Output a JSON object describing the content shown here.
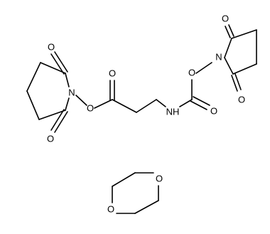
{
  "molecule": {
    "atoms": {
      "o_left_top": "O",
      "o_left_bottom": "O",
      "n_left": "N",
      "o_left_ester": "O",
      "o_ester_carbonyl": "O",
      "nh": "NH",
      "o_carbamate_carbonyl": "O",
      "o_right_oxy": "O",
      "n_right": "N",
      "o_right_top": "O",
      "o_right_bottom": "O",
      "o_dioxane_top": "O",
      "o_dioxane_bottom": "O"
    }
  },
  "colors": {
    "bond": "#000000",
    "label": "#000000",
    "background": "#ffffff"
  }
}
